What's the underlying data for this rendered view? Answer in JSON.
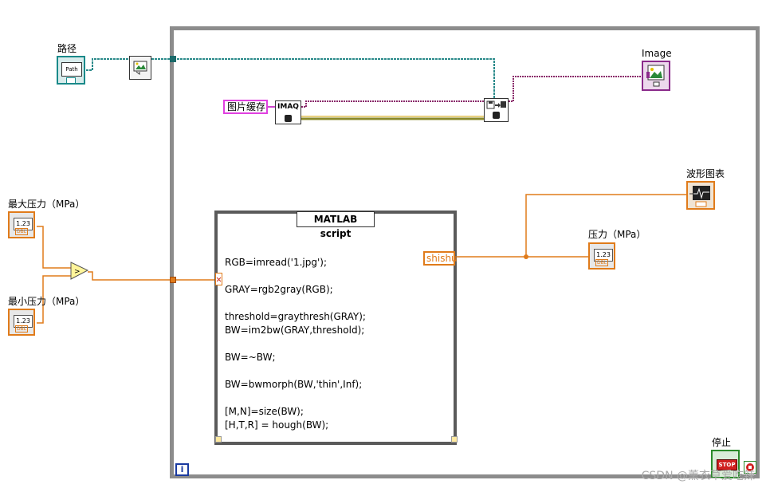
{
  "labels": {
    "path": "路径",
    "max_pressure": "最大压力（MPa）",
    "min_pressure": "最小压力（MPa）",
    "image": "Image",
    "waveform_chart": "波形图表",
    "pressure": "压力（MPa）",
    "stop": "停止"
  },
  "path_control": {
    "text": "Path"
  },
  "image_buffer": {
    "text": "图片缓存"
  },
  "imaq": {
    "text": "IMAQ"
  },
  "matlab": {
    "title": "MATLAB script",
    "lines": [
      "RGB=imread('1.jpg');",
      "GRAY=rgb2gray(RGB);",
      "threshold=graythresh(GRAY);",
      "BW=im2bw(GRAY,threshold);",
      "BW=~BW;",
      "BW=bwmorph(BW,'thin',Inf);",
      "[M,N]=size(BW);",
      "[H,T,R] = hough(BW);"
    ],
    "output_var": "shishu"
  },
  "numeric": {
    "display": "1.23",
    "type": "DBL"
  },
  "stop_button": {
    "text": "STOP"
  },
  "info_icon": "i",
  "watermark": "CSDN @薰衣草爱吃辣"
}
